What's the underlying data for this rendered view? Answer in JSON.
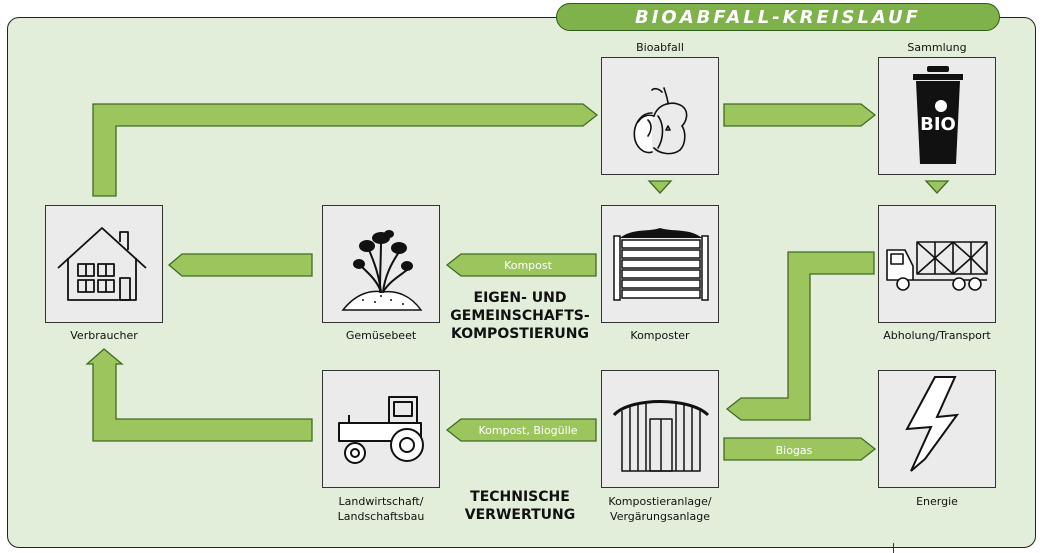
{
  "title": "BIOABFALL-KREISLAUF",
  "nodes": {
    "bioabfall": "Bioabfall",
    "sammlung": "Sammlung",
    "verbraucher": "Verbraucher",
    "gemuesebeet": "Gemüsebeet",
    "komposter": "Komposter",
    "abholung": "Abholung/Transport",
    "landwirtschaft_1": "Landwirtschaft/",
    "landwirtschaft_2": "Landschaftsbau",
    "kompostieranlage_1": "Kompostieranlage/",
    "kompostieranlage_2": "Vergärungsanlage",
    "energie": "Energie"
  },
  "bin_text": "BIO",
  "arrow_labels": {
    "kompost": "Kompost",
    "kompost_biogulle": "Kompost, Biogülle",
    "biogas": "Biogas"
  },
  "sections": {
    "eigen_1": "EIGEN- UND",
    "eigen_2": "GEMEINSCHAFTS-",
    "eigen_3": "KOMPOSTIERUNG",
    "tech_1": "TECHNISCHE",
    "tech_2": "VERWERTUNG"
  },
  "colors": {
    "panel": "#e2eed9",
    "arrow_fill": "#9cc55e",
    "arrow_stroke": "#3f6b25",
    "title_fill": "#7fb24a"
  }
}
